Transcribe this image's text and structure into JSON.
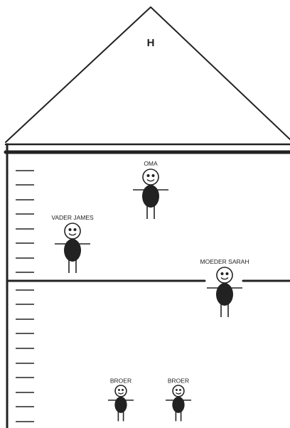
{
  "roof": {
    "letter": "H"
  },
  "people": [
    {
      "id": "oma",
      "label": "OMA"
    },
    {
      "id": "vader",
      "label": "VADER JAMES"
    },
    {
      "id": "moeder",
      "label": "MOEDER SARAH"
    },
    {
      "id": "broer1",
      "label": "BROER"
    },
    {
      "id": "broer2",
      "label": "BROER"
    }
  ],
  "colors": {
    "ink": "#222222",
    "background": "#ffffff"
  }
}
